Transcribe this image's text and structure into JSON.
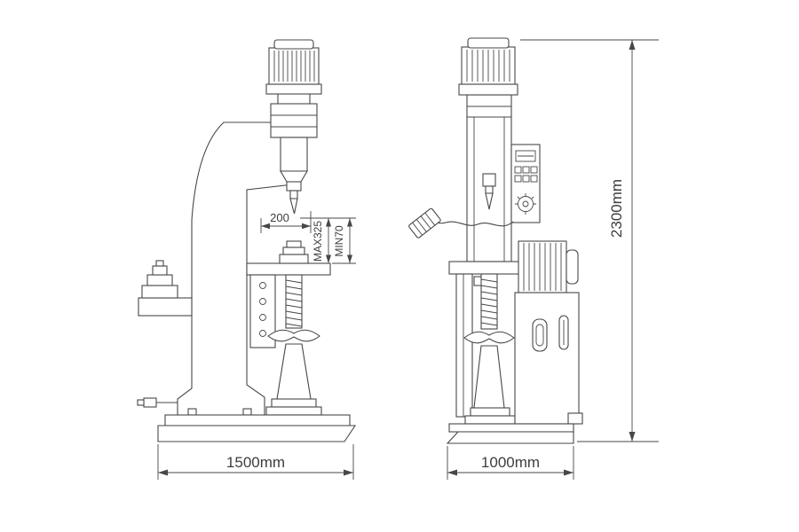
{
  "colors": {
    "background": "#ffffff",
    "line": "#474747",
    "text": "#3d3d3d"
  },
  "views": {
    "side": {
      "base_dimension": "1500mm"
    },
    "front": {
      "base_dimension": "1000mm"
    }
  },
  "dimensions": {
    "throat_depth": "200",
    "max_opening": "MAX325",
    "min_opening": "MIN70",
    "overall_height": "2300mm"
  }
}
